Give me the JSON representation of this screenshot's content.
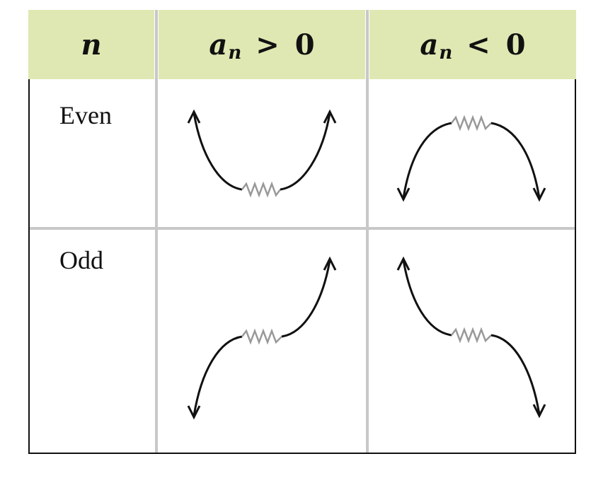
{
  "header": {
    "n_label": "n",
    "col2": {
      "var": "a",
      "sub": "n",
      "op": ">",
      "num": "0"
    },
    "col3": {
      "var": "a",
      "sub": "n",
      "op": "<",
      "num": "0"
    }
  },
  "rows": [
    {
      "label": "Even"
    },
    {
      "label": "Odd"
    }
  ],
  "colors": {
    "header_bg": "#dfe8b2",
    "curve": "#111111",
    "zigzag": "#999999",
    "grid": "#c8c8c8"
  }
}
